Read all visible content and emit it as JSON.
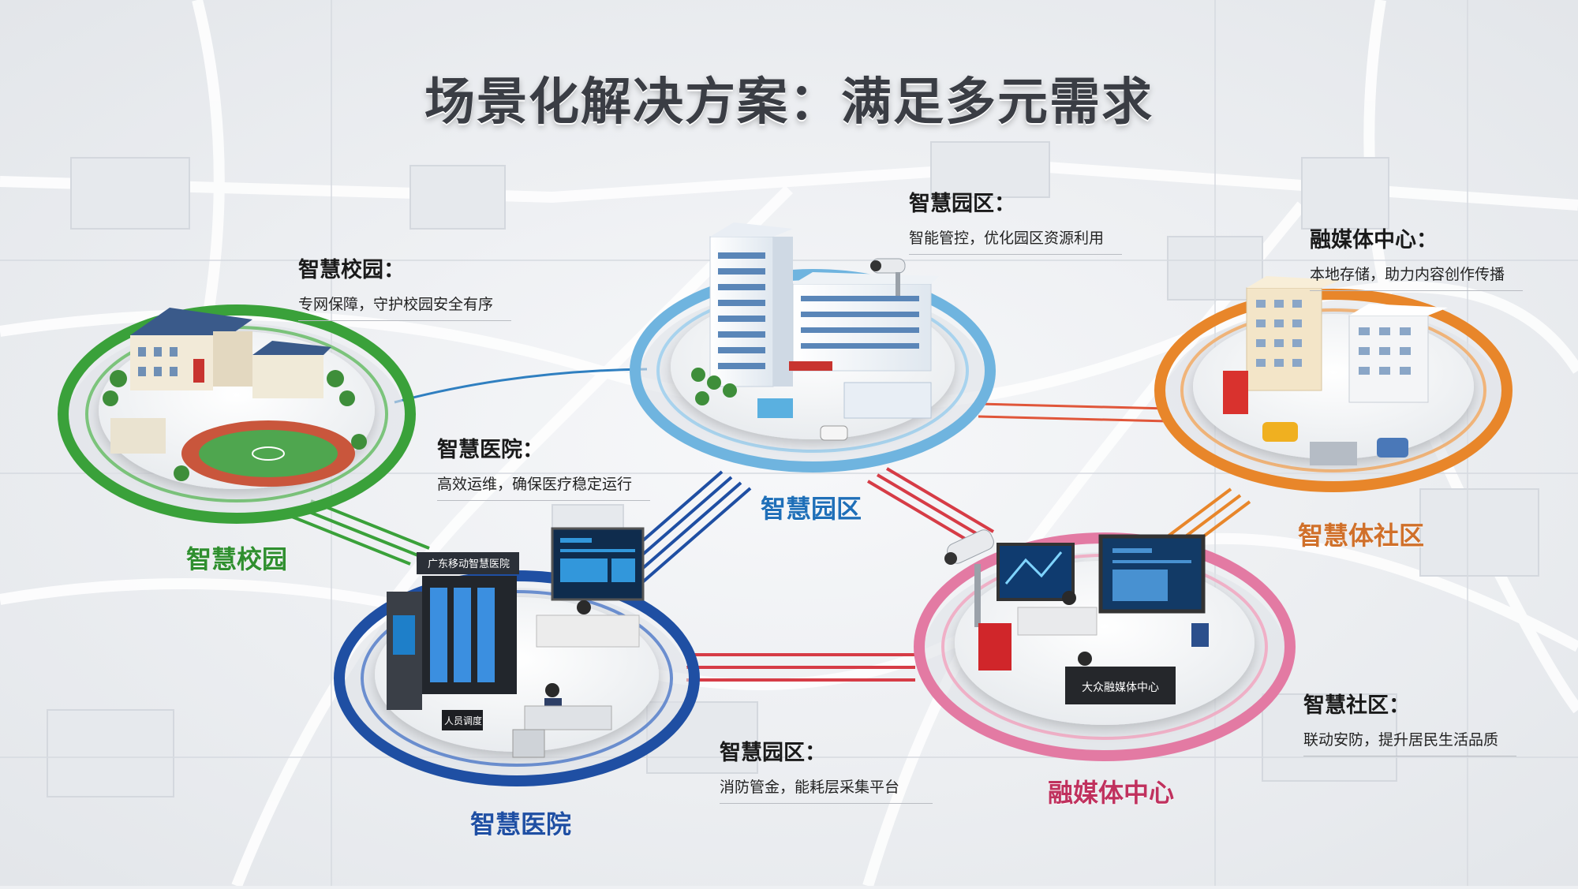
{
  "title": "场景化解决方案：满足多元需求",
  "colors": {
    "campus": "#3aa13a",
    "park": "#6fb4df",
    "community": "#e8862a",
    "hospital": "#1f4fa3",
    "media": "#e37aa3",
    "campus_label": "#2f8f2f",
    "park_label": "#1f6fb8",
    "community_label": "#d0702a",
    "hospital_label": "#1f4fa3",
    "media_label": "#c0315e"
  },
  "callouts": {
    "campus": {
      "title": "智慧校园：",
      "desc": "专网保障，守护校园安全有序"
    },
    "park_top": {
      "title": "智慧园区：",
      "desc": "智能管控，优化园区资源利用"
    },
    "media_top": {
      "title": "融媒体中心：",
      "desc": "本地存储，助力内容创作传播"
    },
    "hospital": {
      "title": "智慧医院：",
      "desc": "高效运维，确保医疗稳定运行"
    },
    "park_bottom": {
      "title": "智慧园区：",
      "desc": "消防管金，能耗层采集平台"
    },
    "community": {
      "title": "智慧社区：",
      "desc": "联动安防，提升居民生活品质"
    }
  },
  "labels": {
    "campus": "智慧校园",
    "park": "智慧园区",
    "community": "智慧体社区",
    "hospital": "智慧医院",
    "media": "融媒体中心"
  },
  "signs": {
    "server_rack": "广东移动智慧医院",
    "desk": "人员调度",
    "media_desk": "大众融媒体中心"
  }
}
